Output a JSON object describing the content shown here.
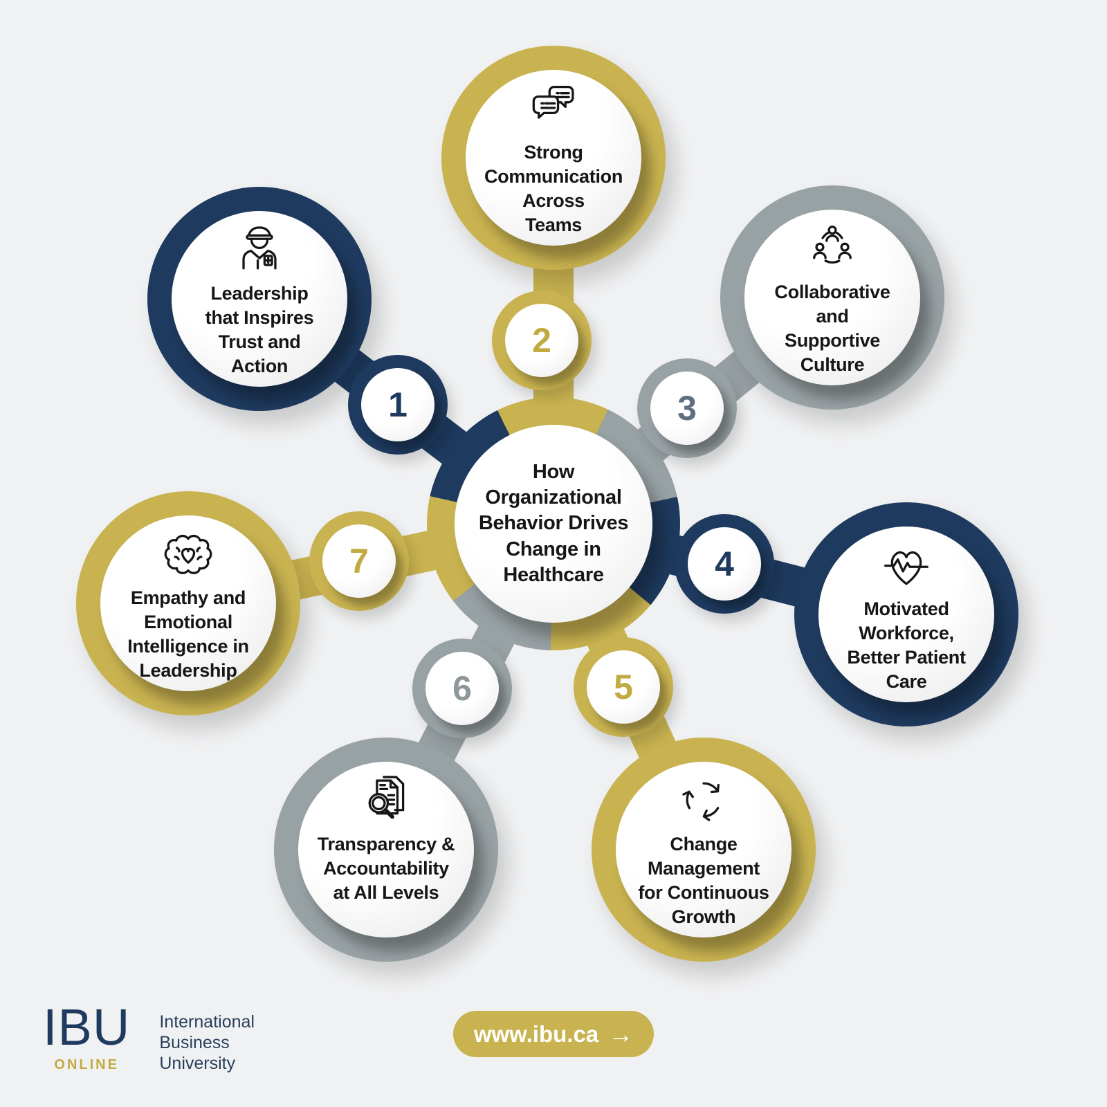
{
  "title": "How\nOrganizational\nBehavior Drives\nChange in\nHealthcare",
  "nodes": [
    {
      "number": "1",
      "label": "Leadership\nthat Inspires\nTrust and\nAction",
      "icon": "medical-person-icon",
      "color": "#1e3a5e"
    },
    {
      "number": "2",
      "label": "Strong\nCommunication\nAcross\nTeams",
      "icon": "chat-bubbles-icon",
      "color": "#c9b350"
    },
    {
      "number": "3",
      "label": "Collaborative\nand\nSupportive\nCulture",
      "icon": "people-network-icon",
      "color": "#98a1a4"
    },
    {
      "number": "4",
      "label": "Motivated\nWorkforce,\nBetter Patient\nCare",
      "icon": "heartbeat-heart-icon",
      "color": "#1e3a5e"
    },
    {
      "number": "5",
      "label": "Change\nManagement\nfor Continuous\nGrowth",
      "icon": "cycle-arrows-icon",
      "color": "#c9b350"
    },
    {
      "number": "6",
      "label": "Transparency &\nAccountability\nat All Levels",
      "icon": "document-search-icon",
      "color": "#98a1a4"
    },
    {
      "number": "7",
      "label": "Empathy and\nEmotional\nIntelligence in\nLeadership",
      "icon": "brain-heart-icon",
      "color": "#c9b350"
    }
  ],
  "footer": {
    "logo": {
      "abbr": "IBU",
      "online": "ONLINE",
      "name_lines": [
        "International",
        "Business",
        "University"
      ]
    },
    "website_button": {
      "label": "www.ibu.ca",
      "arrow": "→"
    }
  },
  "colors": {
    "navy": "#1e3a5e",
    "gold": "#c9b350",
    "gray": "#98a1a4",
    "background": "#f0f1f2",
    "badge_number_gold": "#c2aa42"
  }
}
